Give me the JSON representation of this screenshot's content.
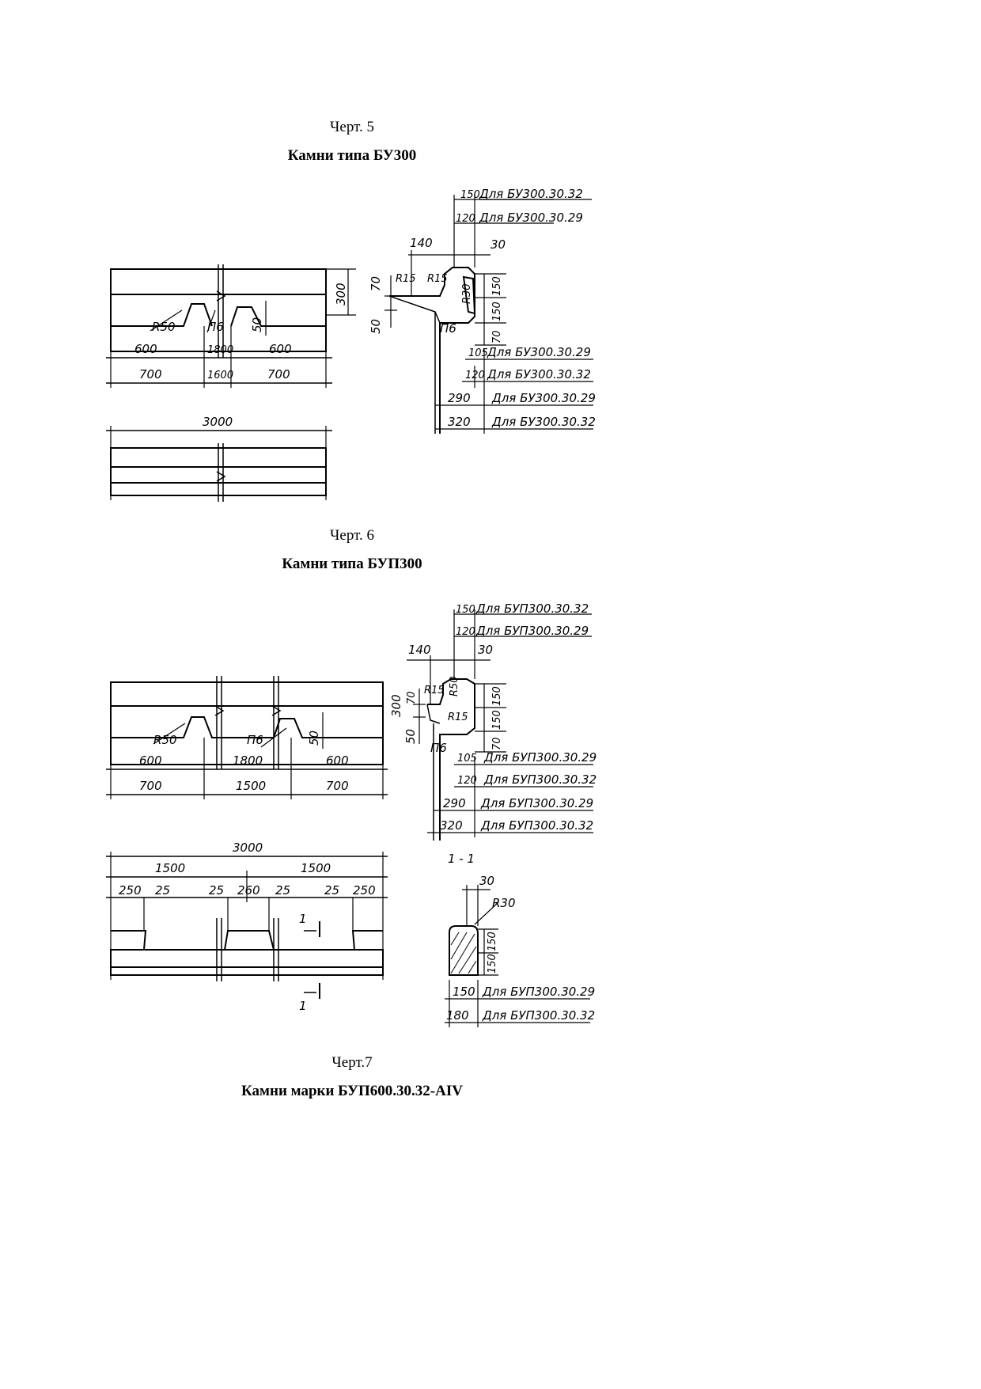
{
  "figures": [
    {
      "caption": "Черт. 5",
      "title": "Камни типа БУ300",
      "labels": {
        "r50": "R50",
        "p6": "П6",
        "d50": "50",
        "d600a": "600",
        "d1800": "1800",
        "d600b": "600",
        "d700a": "700",
        "d1600": "1600",
        "d700b": "700",
        "d3000": "3000",
        "d300": "300",
        "d70": "70",
        "d50s": "50",
        "r15a": "R15",
        "r15b": "R15",
        "r30": "R30",
        "p6s": "П6",
        "d140": "140",
        "d30": "30",
        "d150": "150",
        "d120": "120",
        "d150v1": "150",
        "d150v2": "150",
        "d70v": "70",
        "d105": "105",
        "d120b": "120",
        "d290": "290",
        "d320": "320",
        "t1": "Для БУ300.30.32",
        "t2": "Для БУ300.30.29",
        "t3": "Для БУ300.30.29",
        "t4": "Для БУ300.30.32",
        "t5": "Для БУ300.30.29",
        "t6": "Для БУ300.30.32"
      }
    },
    {
      "caption": "Черт. 6",
      "title": "Камни типа БУП300",
      "labels": {
        "r50": "R50",
        "p6": "П6",
        "d50": "50",
        "d600a": "600",
        "d1800": "1800",
        "d600b": "600",
        "d700a": "700",
        "d1500": "1500",
        "d700b": "700",
        "d300": "300",
        "d70": "70",
        "d50s": "50",
        "r15a": "R15",
        "r15b": "R15",
        "r50s": "R50",
        "p6s": "П6",
        "d140": "140",
        "d30": "30",
        "d150": "150",
        "d120": "120",
        "d150v1": "150",
        "d150v2": "150",
        "d70v": "70",
        "d105": "105",
        "d120b": "120",
        "d290": "290",
        "d320": "320",
        "t1": "Для БУП300.30.32",
        "t2": "Для БУП300.30.29",
        "t3": "Для БУП300.30.29",
        "t4": "Для БУП300.30.32",
        "t5": "Для БУП300.30.29",
        "t6": "Для БУП300.30.32",
        "d3000": "3000",
        "d1500a": "1500",
        "d1500b": "1500",
        "d250a": "250",
        "d25a": "25",
        "d25b": "25",
        "d260": "260",
        "d25c": "25",
        "d25d": "25",
        "d250b": "250",
        "sec1": "1",
        "sec1b": "1",
        "sectitle": "1 - 1",
        "d30b": "30",
        "r30": "R30",
        "d150w1": "150",
        "d150w2": "150",
        "d150h": "150",
        "d180": "180",
        "t7": "Для БУП300.30.29",
        "t8": "Для БУП300.30.32"
      }
    },
    {
      "caption": "Черт.7",
      "title": "Камни марки БУП600.30.32-AIV"
    }
  ]
}
